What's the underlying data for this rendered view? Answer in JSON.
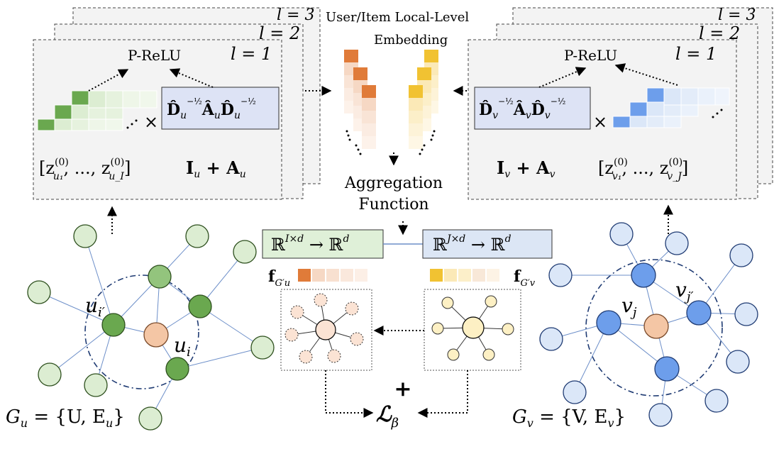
{
  "layers": {
    "l3": "l = 3",
    "l2": "l = 2",
    "l1": "l = 1"
  },
  "user_panel": {
    "prelu": "P-ReLU",
    "norm_matrix": "D̂u^(−1/2) Âu D̂u^(−1/2)",
    "norm_main_1": "D̂",
    "norm_sub_1": "u",
    "norm_sup_1": "−½",
    "norm_main_2": "Â",
    "norm_sub_2": "u",
    "norm_main_3": "D̂",
    "norm_sub_3": "u",
    "norm_sup_3": "−½",
    "times": "×",
    "emb_left": "[z",
    "emb_sup": "(0)",
    "emb_sub1": "u₁",
    "emb_mid": ", ..., z",
    "emb_sub2": "u_I",
    "emb_right": "]",
    "adj_I": "I",
    "adj_I_sub": "u",
    "adj_plus": " + A",
    "adj_A_sub": "u"
  },
  "item_panel": {
    "prelu": "P-ReLU",
    "norm_main_1": "D̂",
    "norm_sub_1": "v",
    "norm_sup_1": "−½",
    "norm_main_2": "Â",
    "norm_sub_2": "v",
    "norm_main_3": "D̂",
    "norm_sub_3": "v",
    "norm_sup_3": "−½",
    "times": "×",
    "adj_I": "I",
    "adj_I_sub": "v",
    "adj_plus": " + A",
    "adj_A_sub": "v",
    "emb_left": "[z",
    "emb_sup": "(0)",
    "emb_sub1": "v₁",
    "emb_mid": ", ..., z",
    "emb_sub2": "v_J",
    "emb_right": "]"
  },
  "center": {
    "title_line1": "User/Item  Local-Level",
    "title_line2": "Embedding",
    "agg_line1": "Aggregation",
    "agg_line2": "Function",
    "map_user": "ℝ^{I×d} → ℝ^d",
    "map_user_R": "ℝ",
    "map_user_sup": "I×d",
    "map_user_arrow": " → ℝ",
    "map_user_sup2": "d",
    "map_item_R": "ℝ",
    "map_item_sup": "J×d",
    "map_item_arrow": " → ℝ",
    "map_item_sup2": "d",
    "f_user": "f",
    "f_user_sub": "G′u",
    "f_item": "f",
    "f_item_sub": "G′v",
    "plus": "+",
    "loss": "ℒ",
    "loss_sub": "β"
  },
  "user_graph": {
    "label_u_i_prime": "u",
    "label_u_i_prime_sub": "i′",
    "label_u_i": "u",
    "label_u_i_sub": "i",
    "graph_label": "G",
    "graph_label_sub": "u",
    "graph_label_rest": " = {U, E",
    "graph_label_sub2": "u",
    "graph_label_end": "}"
  },
  "item_graph": {
    "label_v_j": "v",
    "label_v_j_sub": "j",
    "label_v_j_prime": "v",
    "label_v_j_prime_sub": "j′",
    "graph_label": "G",
    "graph_label_sub": "v",
    "graph_label_rest": " = {V, E",
    "graph_label_sub2": "v",
    "graph_label_end": "}"
  },
  "colors": {
    "user_green_dark": "#6aa84f",
    "user_green_light": "#dcedd2",
    "user_center": "#f4c6a5",
    "item_blue_dark": "#6d9eeb",
    "item_blue_light": "#dbe7f8",
    "orange_dark": "#e07b39",
    "yellow_dark": "#f1c232",
    "norm_box_fill": "#dde3f5",
    "map_user_fill": "#dff0d8",
    "map_item_fill": "#dce6f5",
    "panel_fill": "#f3f3f3"
  }
}
